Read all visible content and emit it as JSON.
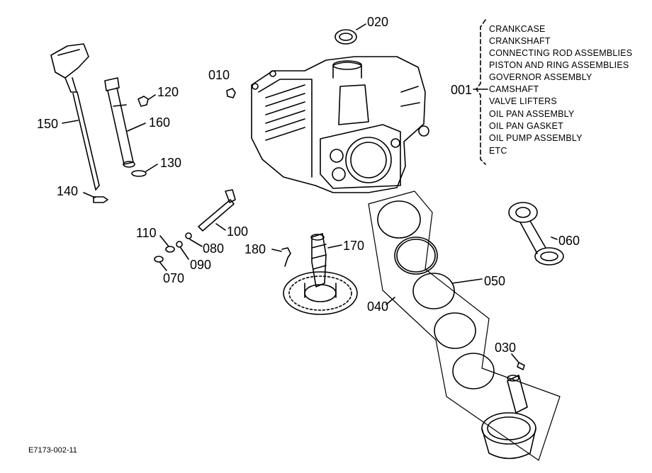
{
  "figure_code": "E7173-002-11",
  "kit": {
    "number": "001",
    "items": [
      "CRANKCASE",
      "CRANKSHAFT",
      "CONNECTING ROD ASSEMBLIES",
      "PISTON AND RING ASSEMBLIES",
      "GOVERNOR ASSEMBLY",
      "CAMSHAFT",
      "VALVE LIFTERS",
      "OIL PAN ASSEMBLY",
      "OIL PAN GASKET",
      "OIL PUMP ASSEMBLY",
      "ETC"
    ]
  },
  "callouts": {
    "c010": "010",
    "c020": "020",
    "c030": "030",
    "c040": "040",
    "c050": "050",
    "c060": "060",
    "c070": "070",
    "c080": "080",
    "c090": "090",
    "c100": "100",
    "c110": "110",
    "c120": "120",
    "c130": "130",
    "c140": "140",
    "c150": "150",
    "c160": "160",
    "c170": "170",
    "c180": "180"
  }
}
